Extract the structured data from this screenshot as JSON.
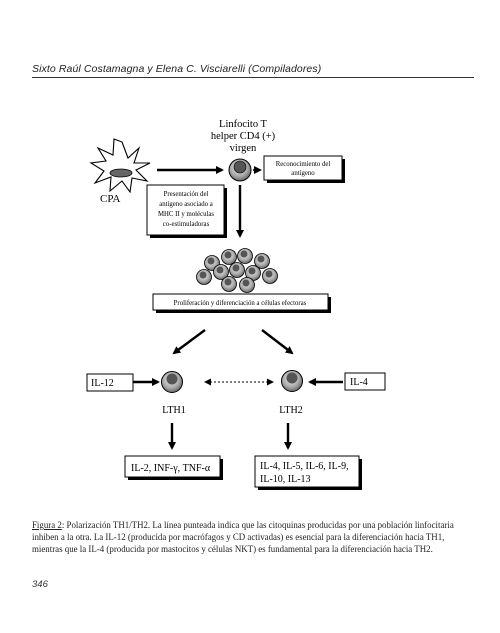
{
  "header": {
    "title": "Sixto Raúl Costamagna y Elena C. Visciarelli (Compiladores)"
  },
  "figure": {
    "naive_cell": {
      "line1": "Linfocito T",
      "line2": "helper CD4 (+)",
      "line3": "virgen"
    },
    "apc_label": "CPA",
    "recognition_box": {
      "line1": "Reconocimiento del",
      "line2": "antígeno"
    },
    "presentation_box": {
      "line1": "Presentación del",
      "line2": "antígeno asociado a",
      "line3": "MHC II y moléculas",
      "line4": "co-estimuladoras"
    },
    "proliferation_box": "Proliferación y diferenciación a células efectoras",
    "il12_box": "IL-12",
    "il4_box": "IL-4",
    "th1_label": "LTH1",
    "th2_label": "LTH2",
    "th1_output": "IL-2, INF-γ, TNF-α",
    "th2_output": {
      "line1": "IL-4, IL-5, IL-6, IL-9,",
      "line2": "IL-10, IL-13"
    }
  },
  "caption": {
    "figure_ref": "Figura 2",
    "text": ": Polarización TH1/TH2. La línea punteada indica que las citoquinas producidas por una población linfocitaria inhiben a la otra. La IL-12 (producida por macrófagos y CD activadas) es esencial para la diferenciación hacia TH1, mientras que la IL-4 (producida por mastocitos y células NKT) es fundamental para la diferenciación hacia TH2."
  },
  "page_number": "346"
}
